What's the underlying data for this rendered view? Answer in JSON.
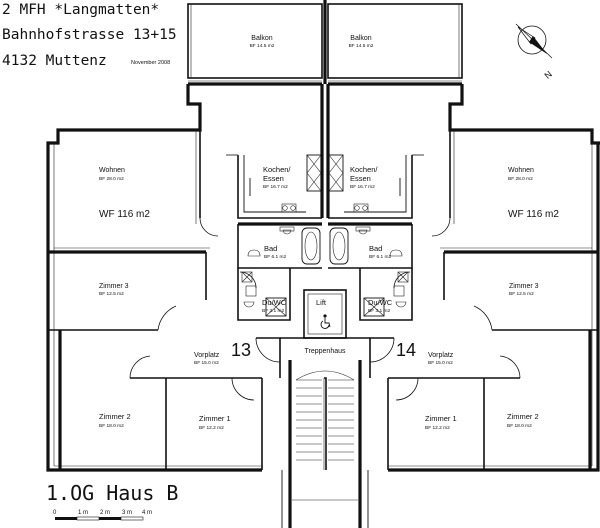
{
  "header": {
    "line1": "2 MFH *Langmatten*",
    "line2": "Bahnhofstrasse 13+15",
    "line3": "4132 Muttenz",
    "date": "November 2008"
  },
  "north_label": "N",
  "floor_title": "1.OG Haus B",
  "scale_labels": [
    "0",
    "1 m",
    "2 m",
    "3 m",
    "4 m"
  ],
  "rooms": {
    "balkon_left": {
      "name": "Balkon",
      "area": "BF 14.5 m2"
    },
    "balkon_right": {
      "name": "Balkon",
      "area": "BF 14.5 m2"
    },
    "wohnen_left": {
      "name": "Wohnen",
      "area": "BF 28.0 m2",
      "wf": "WF 116 m2"
    },
    "wohnen_right": {
      "name": "Wohnen",
      "area": "BF 28.0 m2",
      "wf": "WF 116 m2"
    },
    "kochen_left": {
      "name1": "Kochen/",
      "name2": "Essen",
      "area": "BF 16.7 m2"
    },
    "kochen_right": {
      "name1": "Kochen/",
      "name2": "Essen",
      "area": "BF 16.7 m2"
    },
    "bad_left": {
      "name": "Bad",
      "area": "BF 6.1 m2"
    },
    "bad_right": {
      "name": "Bad",
      "area": "BF 6.1 m2"
    },
    "zimmer3_left": {
      "name": "Zimmer 3",
      "area": "BF 12.5 m2"
    },
    "zimmer3_right": {
      "name": "Zimmer 3",
      "area": "BF 12.5 m2"
    },
    "duwc_left": {
      "name": "Du/WC",
      "area": "BF 3.1 m2"
    },
    "duwc_right": {
      "name": "Du/WC",
      "area": "BF 3.1 m2"
    },
    "lift": {
      "name": "Lift"
    },
    "treppenhaus": {
      "name": "Treppenhaus"
    },
    "vorplatz_left": {
      "name": "Vorplatz",
      "area": "BF 15.0 m2"
    },
    "vorplatz_right": {
      "name": "Vorplatz",
      "area": "BF 15.0 m2"
    },
    "zimmer2_left": {
      "name": "Zimmer 2",
      "area": "BF 18.0 m2"
    },
    "zimmer2_right": {
      "name": "Zimmer 2",
      "area": "BF 18.0 m2"
    },
    "zimmer1_left": {
      "name": "Zimmer 1",
      "area": "BF 12.2 m2"
    },
    "zimmer1_right": {
      "name": "Zimmer 1",
      "area": "BF 12.2 m2"
    }
  },
  "unit_numbers": {
    "left": "13",
    "right": "14"
  },
  "icons": {
    "lift": "wheelchair-icon",
    "north": "compass-icon"
  }
}
